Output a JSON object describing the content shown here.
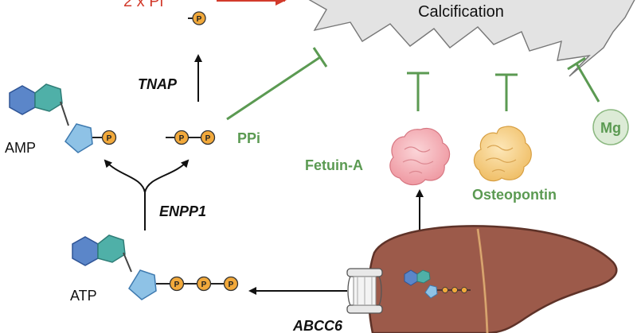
{
  "labels": {
    "top_red": "2 x Pi",
    "calcification": "Calcification",
    "tnap": "TNAP",
    "amp": "AMP",
    "ppi": "PPi",
    "enpp1": "ENPP1",
    "atp": "ATP",
    "abcc6": "ABCC6",
    "fetuin": "Fetuin-A",
    "osteopontin": "Osteopontin",
    "mg": "Mg",
    "phosphate": "P"
  },
  "colors": {
    "inhibitor_green": "#5b9a52",
    "label_green": "#5b9a52",
    "red": "#d23a2b",
    "phosphate_fill": "#f2a93b",
    "hexagon_fill": "#5b86c9",
    "pentagon_fill": "#8ec2e6",
    "teal_ring": "#4fb0a8",
    "liver_fill": "#9c5a4a",
    "starburst_fill": "#e3e3e3"
  }
}
